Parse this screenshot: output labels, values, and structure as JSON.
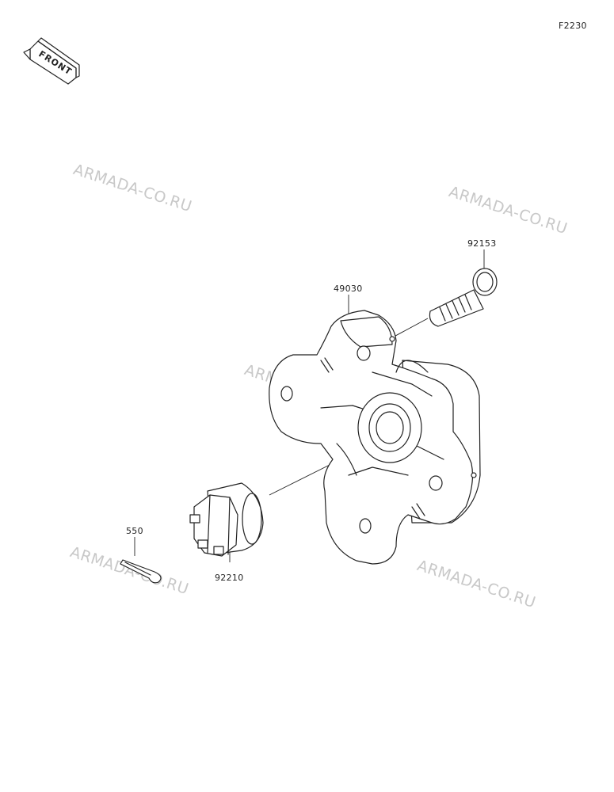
{
  "figure_code": "F2230",
  "front_badge": "FRONT",
  "watermark_text": "ARMADA-CO.RU",
  "parts": {
    "hub": "49030",
    "bolt": "92153",
    "nut": "92210",
    "cotter_pin": "550"
  },
  "colors": {
    "line": "#222222",
    "watermark": "#c8c8c8"
  }
}
